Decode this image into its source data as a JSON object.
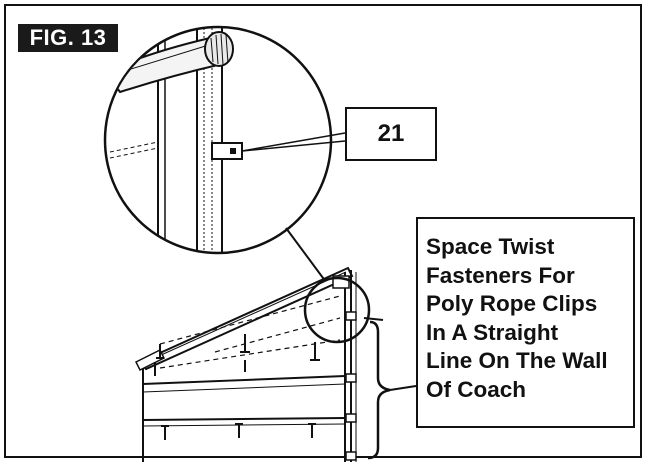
{
  "figure": {
    "label": "FIG. 13"
  },
  "callout": {
    "part_number": "21"
  },
  "note": {
    "lines": [
      "Space Twist",
      "Fasteners For",
      "Poly Rope Clips",
      "In A Straight",
      "Line On The Wall",
      "Of Coach"
    ]
  }
}
